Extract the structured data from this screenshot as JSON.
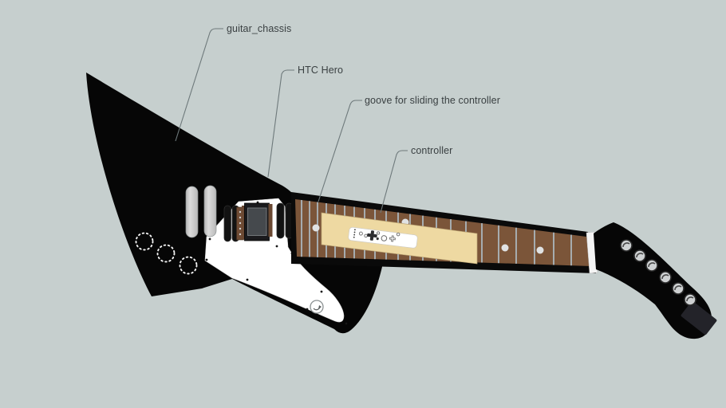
{
  "viewport": {
    "background_color": "#c6cfce"
  },
  "annotations": {
    "text_color": "#3a4042",
    "line_color": "#6e797b",
    "items": [
      {
        "id": "guitar-chassis",
        "label": "guitar_chassis"
      },
      {
        "id": "htc-hero",
        "label": "HTC Hero"
      },
      {
        "id": "groove",
        "label": "goove for sliding the controller"
      },
      {
        "id": "controller",
        "label": "controller"
      }
    ]
  },
  "model": {
    "chassis_color": "#060606",
    "pickguard_color": "#ffffff",
    "fretboard_color": "#7b5539",
    "fret_color": "#a6acaf",
    "groove_color": "#eed9a2",
    "controller_color": "#ffffff",
    "phone_body_color": "#1a1a1d",
    "phone_screen_color": "#45494d",
    "nut_color": "#f4f4f4",
    "tuner_color": "#ced1d2",
    "tuner_count": 6,
    "knob_count": 3
  }
}
